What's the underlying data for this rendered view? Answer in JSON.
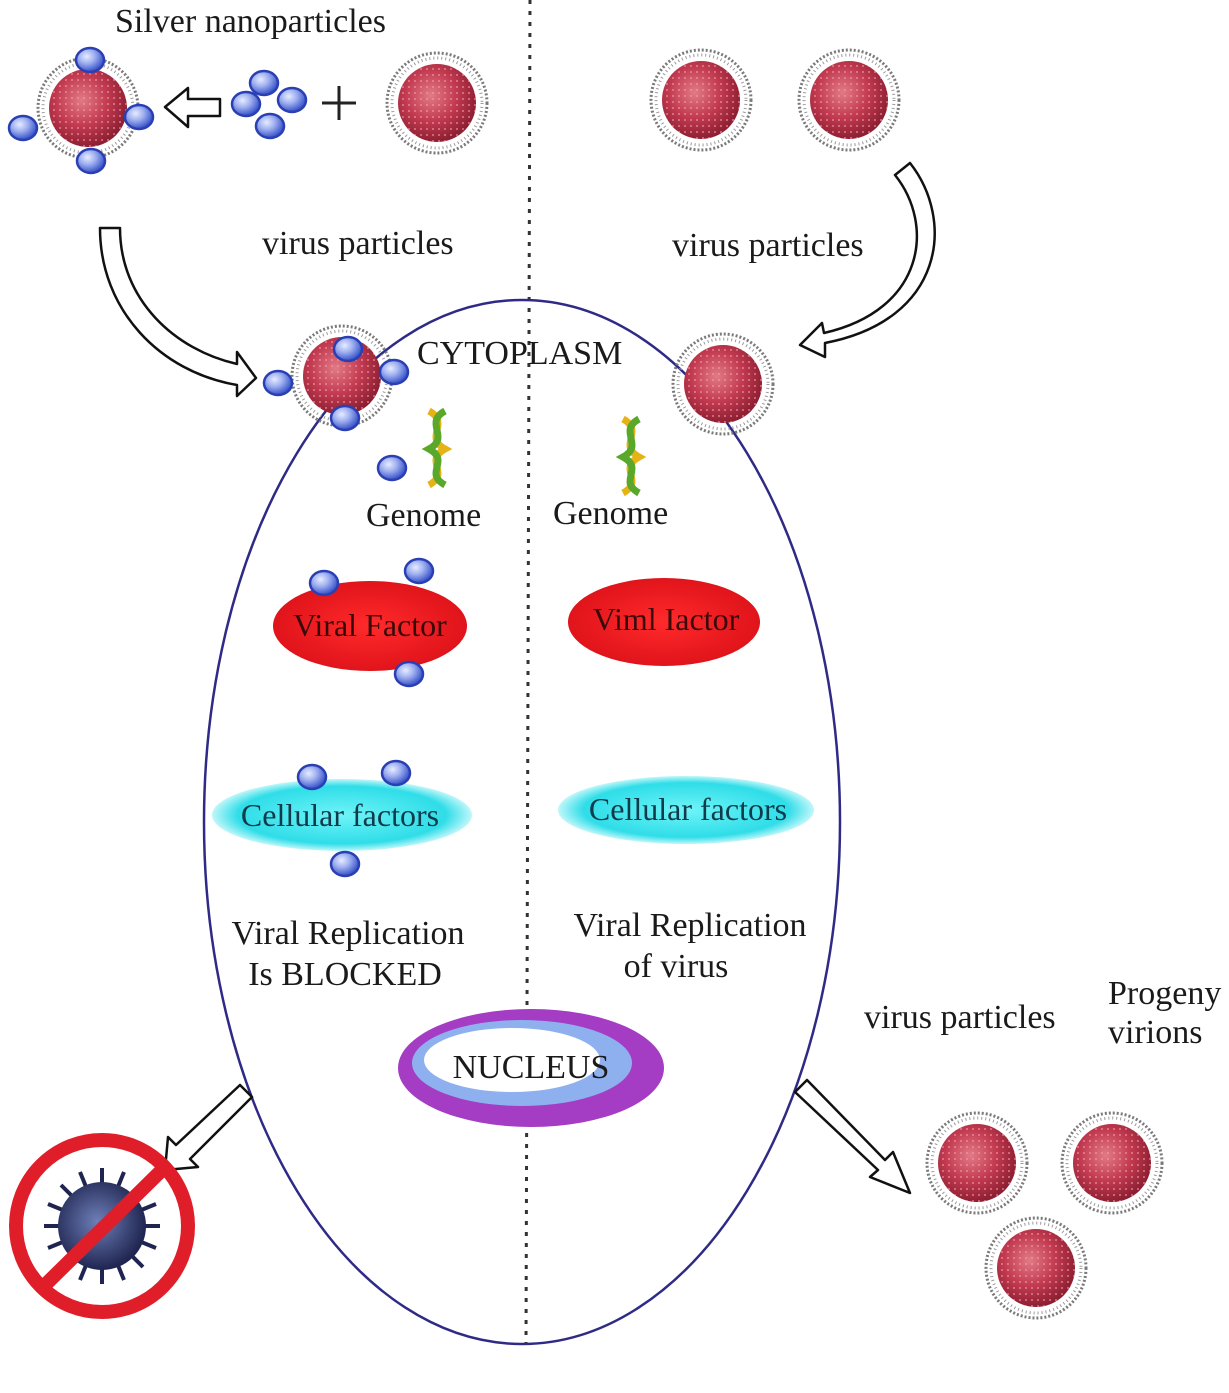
{
  "left": {
    "title": "Silver nanoparticles",
    "virus_label": "virus particles",
    "genome_label": "Genome",
    "viral_factor_label": "Viral Factor",
    "cellular_factors_label": "Cellular factors",
    "result_line1": "Viral Replication",
    "result_line2": "Is BLOCKED"
  },
  "right": {
    "virus_label": "virus particles",
    "genome_label": "Genome",
    "viral_factor_label": "Viml Iactor",
    "cellular_factors_label": "Cellular factors",
    "result_line1": "Viral Replication",
    "result_line2": "of virus",
    "output_virus_label": "virus particles",
    "progeny_line1": "Progeny",
    "progeny_line2": "virions"
  },
  "cell": {
    "cytoplasm_label": "CYTOPLASM",
    "nucleus_label": "NUCLEUS"
  },
  "colors": {
    "virus_core": "#c23a50",
    "nanoparticle": "#4a63d6",
    "viral_factor": "#e8141b",
    "cellular_factor": "#33e0ea",
    "nucleus": "#a43cc4",
    "cell_outline": "#2e2a86",
    "prohibition": "#e01e2a"
  }
}
